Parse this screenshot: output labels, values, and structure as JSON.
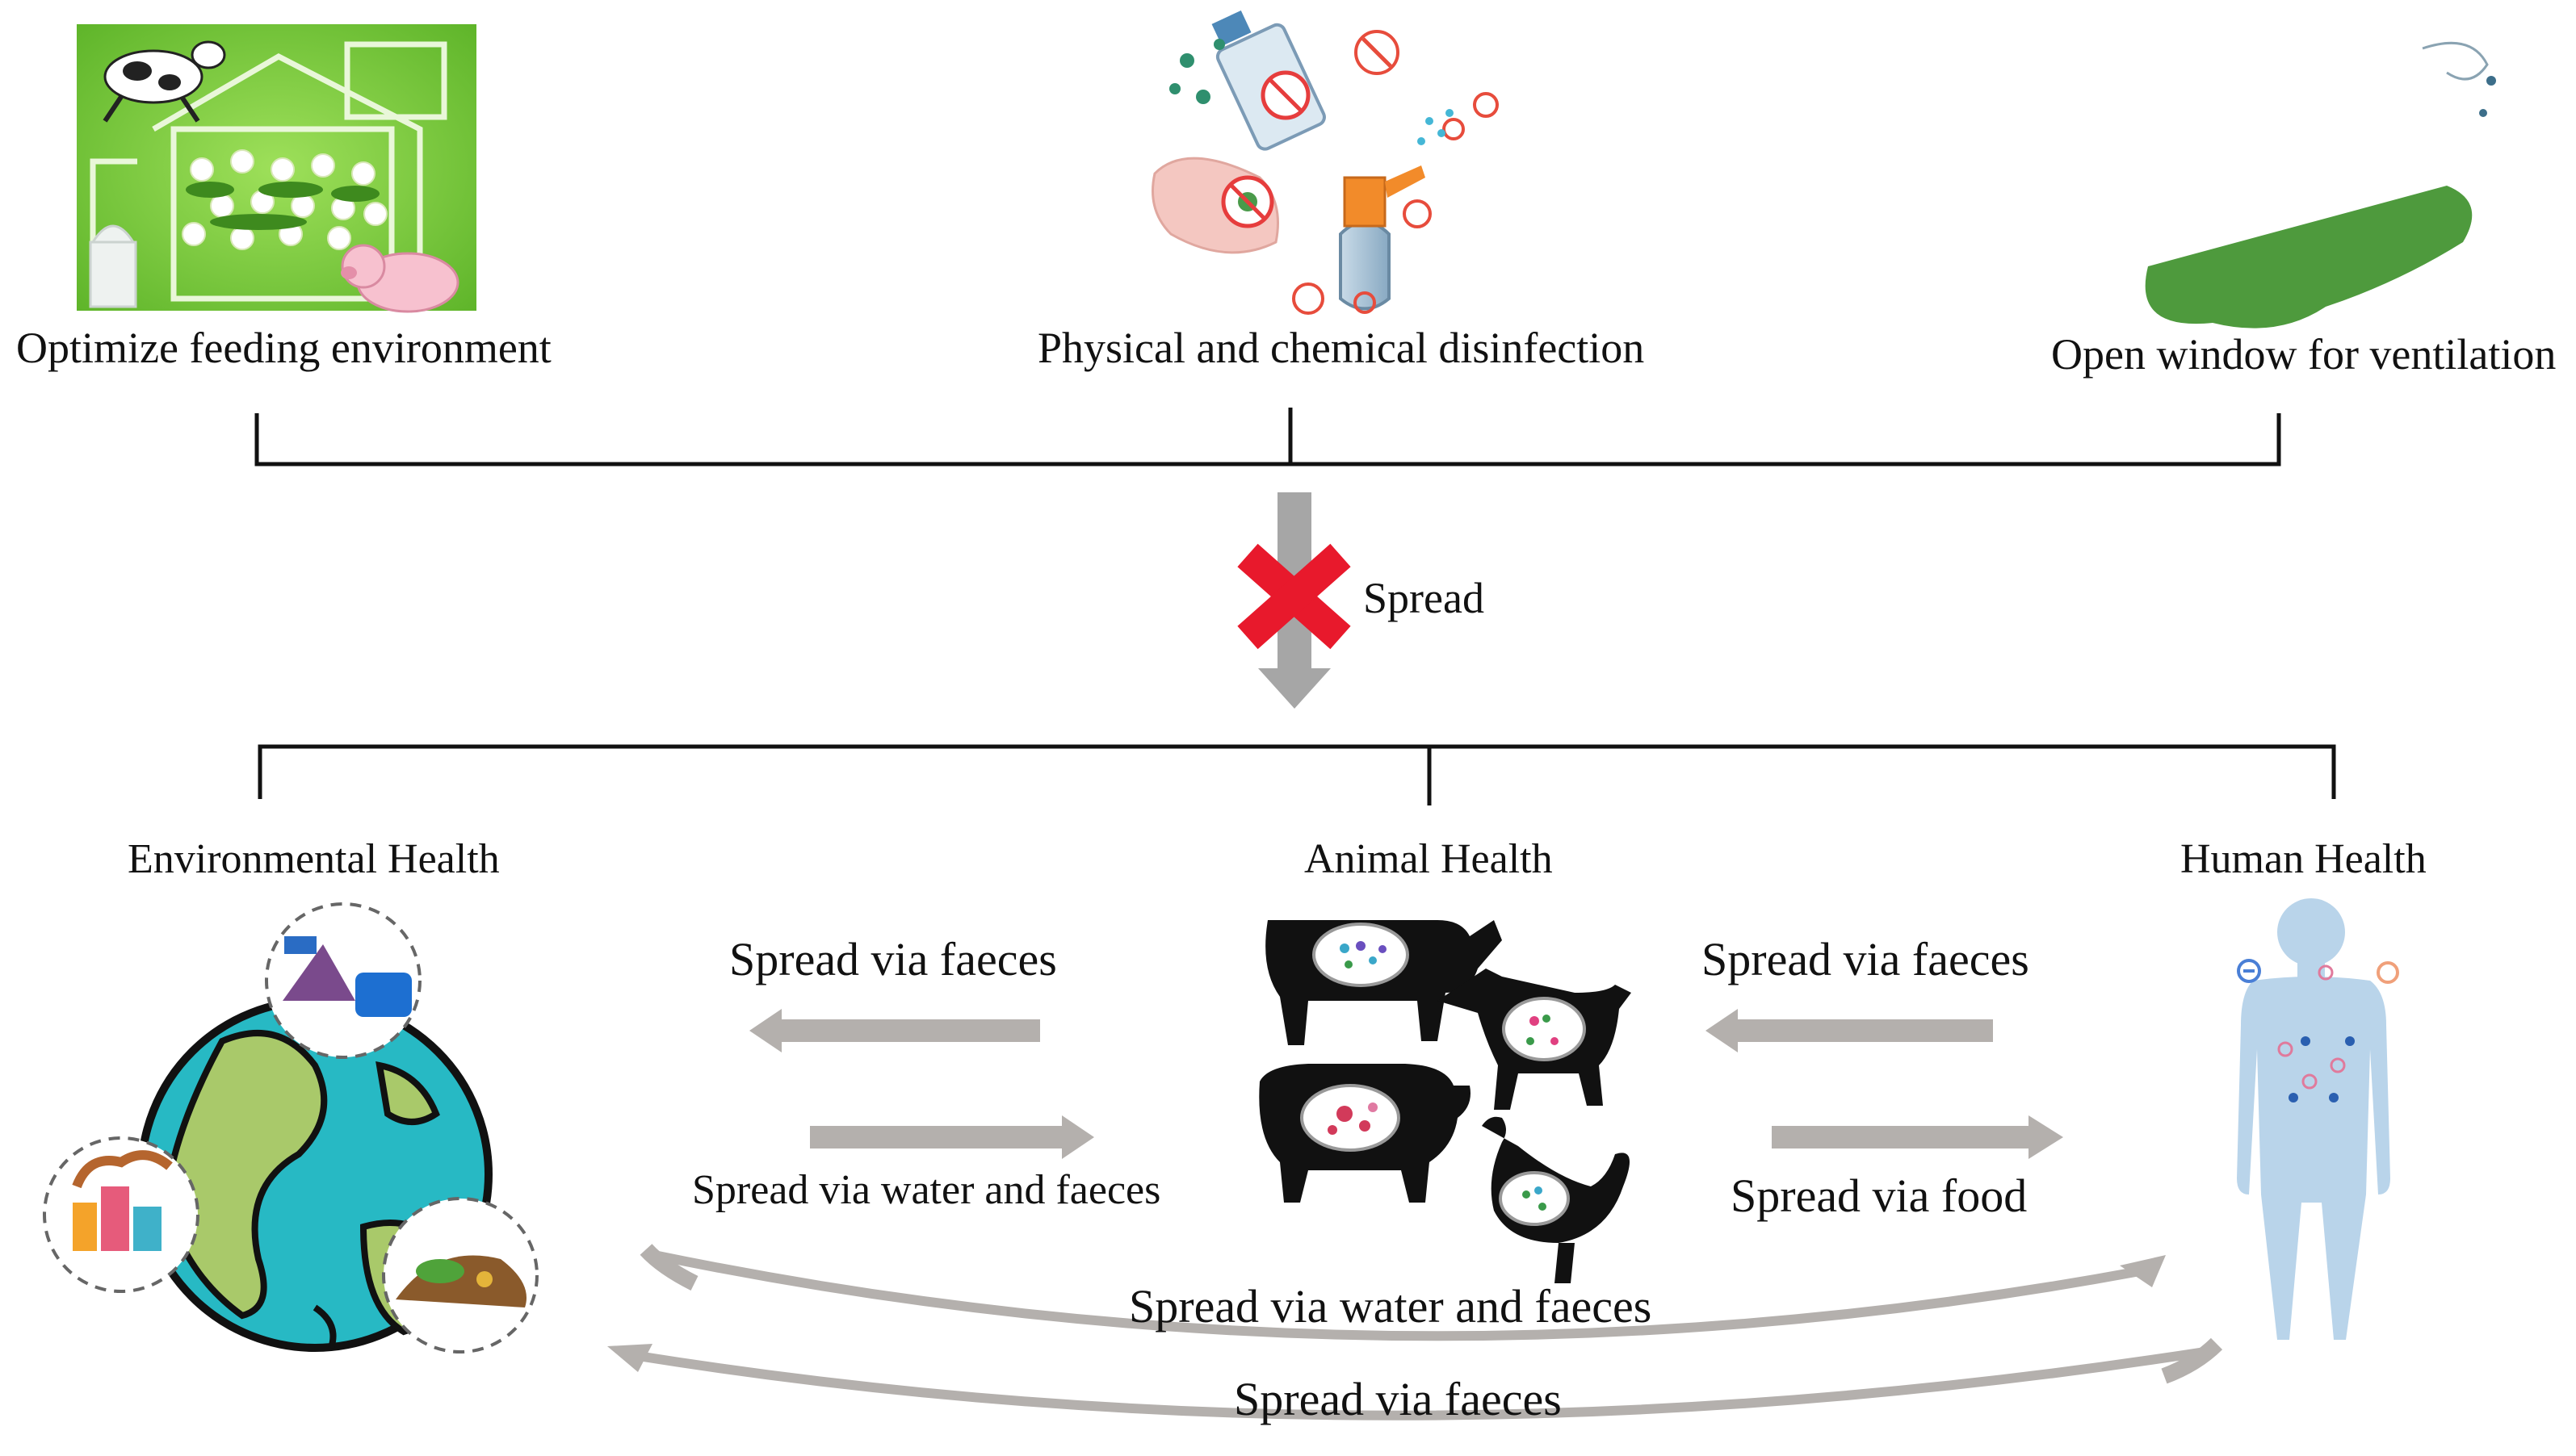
{
  "top_measures": {
    "feeding_label": "Optimize feeding environment",
    "disinfection_label": "Physical and chemical disinfection",
    "ventilation_label": "Open window for ventilation"
  },
  "blocked": {
    "spread_label": "Spread"
  },
  "health": {
    "environmental_label": "Environmental Health",
    "animal_label": "Animal Health",
    "human_label": "Human Health"
  },
  "routes": {
    "animal_to_env": "Spread via faeces",
    "env_to_animal": "Spread via water and faeces",
    "human_to_animal": "Spread via faeces",
    "animal_to_human": "Spread via food",
    "env_to_human": "Spread via water and faeces",
    "human_to_env": "Spread via faeces"
  },
  "colors": {
    "arrow_gray": "#b4b0ad",
    "cross_red": "#e8192c",
    "earth_ocean": "#27b9c4",
    "earth_land": "#a9c96a",
    "grass_green": "#7ec43a",
    "human_body": "#b9d4ea"
  }
}
